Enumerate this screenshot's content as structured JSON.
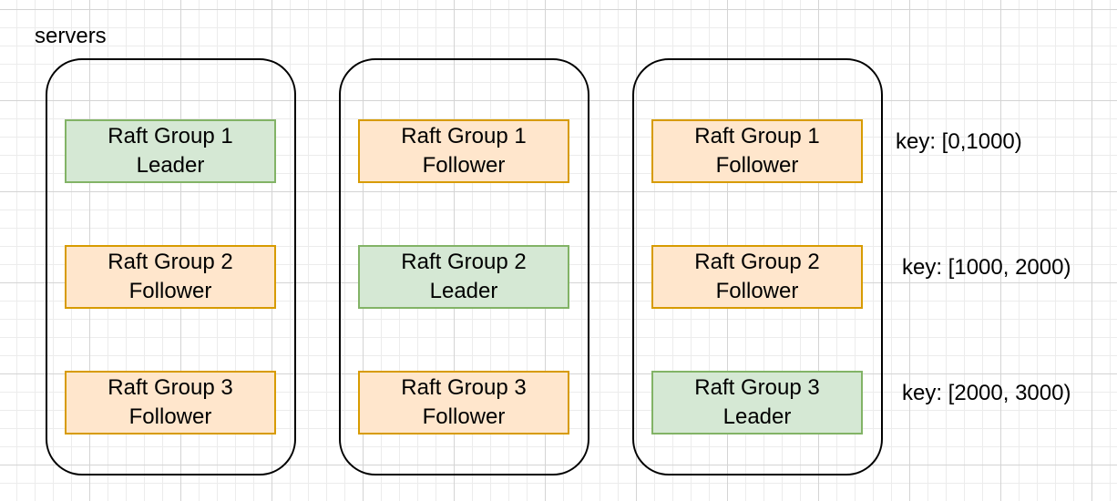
{
  "title": "servers",
  "colors": {
    "leader_fill": "#d5e8d4",
    "leader_border": "#82b366",
    "follower_fill": "#ffe6cc",
    "follower_border": "#d79b00"
  },
  "servers": [
    {
      "nodes": [
        {
          "group": "Raft Group 1",
          "role": "Leader"
        },
        {
          "group": "Raft Group 2",
          "role": "Follower"
        },
        {
          "group": "Raft Group 3",
          "role": "Follower"
        }
      ]
    },
    {
      "nodes": [
        {
          "group": "Raft Group 1",
          "role": "Follower"
        },
        {
          "group": "Raft Group 2",
          "role": "Leader"
        },
        {
          "group": "Raft Group 3",
          "role": "Follower"
        }
      ]
    },
    {
      "nodes": [
        {
          "group": "Raft Group 1",
          "role": "Follower"
        },
        {
          "group": "Raft Group 2",
          "role": "Follower"
        },
        {
          "group": "Raft Group 3",
          "role": "Leader"
        }
      ]
    }
  ],
  "key_ranges": [
    "key: [0,1000)",
    "key: [1000, 2000)",
    "key: [2000, 3000)"
  ]
}
